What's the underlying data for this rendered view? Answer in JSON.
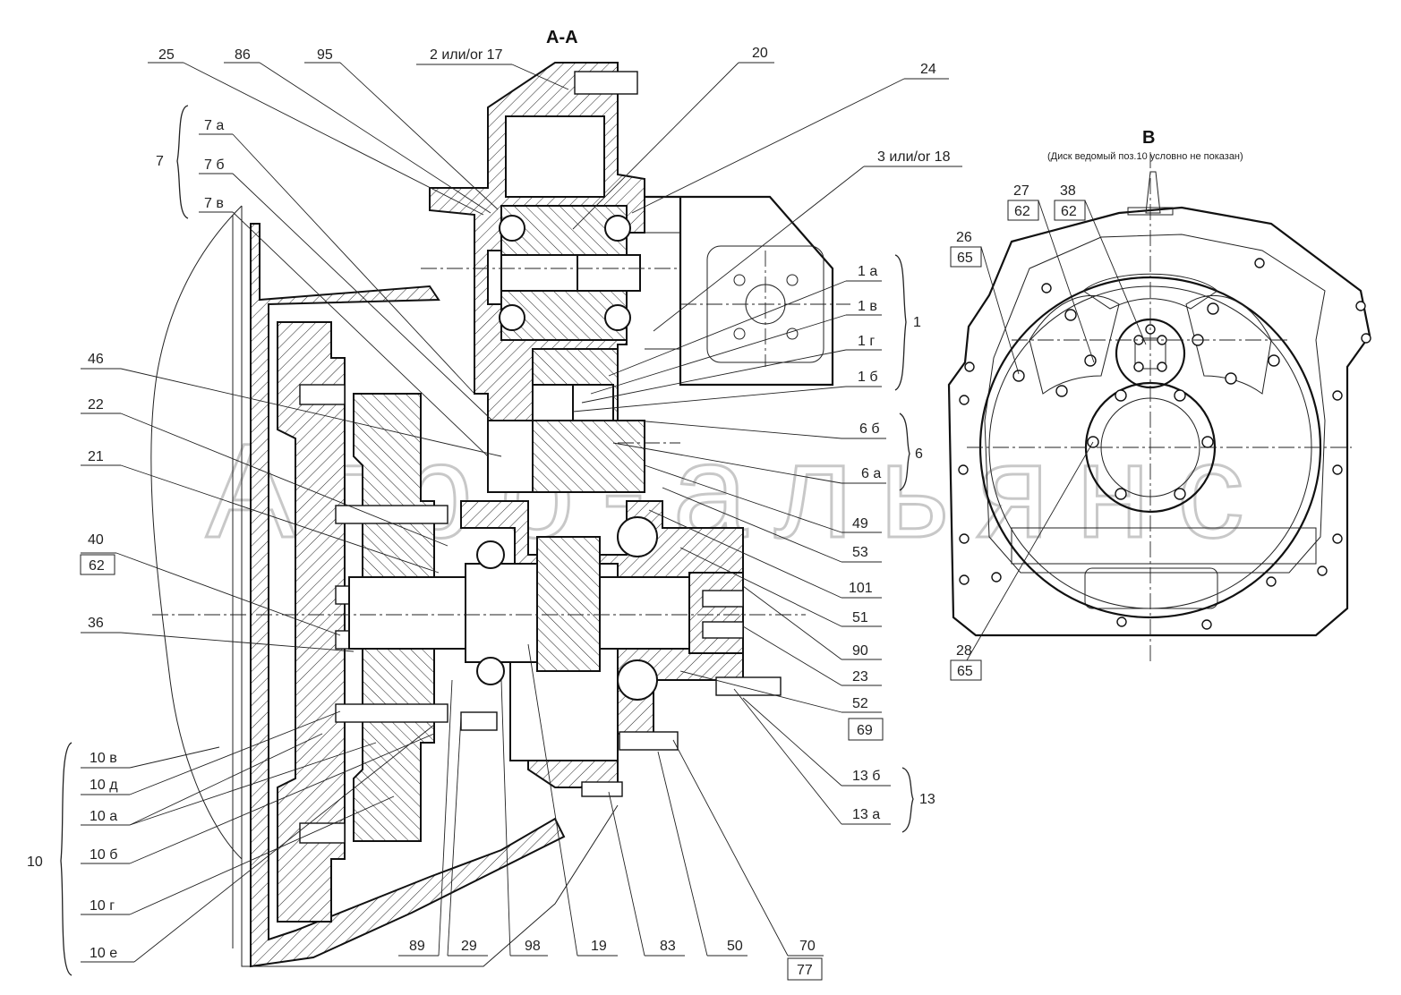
{
  "section_aa": "A-A",
  "view_b": "B",
  "view_b_note": "(Диск ведомый поз.10 условно не показан)",
  "watermark": "Агро-альянс",
  "top_labels": {
    "l25": "25",
    "l86": "86",
    "l95": "95",
    "l2_17": "2  или/or 17",
    "l20": "20",
    "l24": "24",
    "l3_18": "3  или/or 18"
  },
  "group7": {
    "num": "7",
    "a": "7 а",
    "b": "7 б",
    "c": "7 в"
  },
  "group1": {
    "num": "1",
    "a": "1 а",
    "c": "1 в",
    "g": "1 г",
    "b": "1 б"
  },
  "group6": {
    "num": "6",
    "b": "6 б",
    "a": "6 а"
  },
  "group13": {
    "num": "13",
    "b": "13 б",
    "a": "13 а"
  },
  "group10": {
    "num": "10",
    "v": "10 в",
    "d": "10 д",
    "a": "10 а",
    "b": "10 б",
    "g": "10 г",
    "e": "10 е"
  },
  "left_labels": {
    "l46": "46",
    "l22": "22",
    "l21": "21",
    "l40": "40",
    "l40b": "62",
    "l36": "36"
  },
  "right_labels": {
    "l49": "49",
    "l53": "53",
    "l101": "101",
    "l51": "51",
    "l90": "90",
    "l23": "23",
    "l52": "52",
    "l69": "69"
  },
  "bottom_labels": {
    "l89": "89",
    "l29": "29",
    "l98": "98",
    "l19": "19",
    "l83": "83",
    "l50": "50",
    "l70": "70",
    "l77": "77"
  },
  "view_b_labels": {
    "l27": "27",
    "l27b": "62",
    "l38": "38",
    "l38b": "62",
    "l26": "26",
    "l26b": "65",
    "l28": "28",
    "l28b": "65"
  }
}
